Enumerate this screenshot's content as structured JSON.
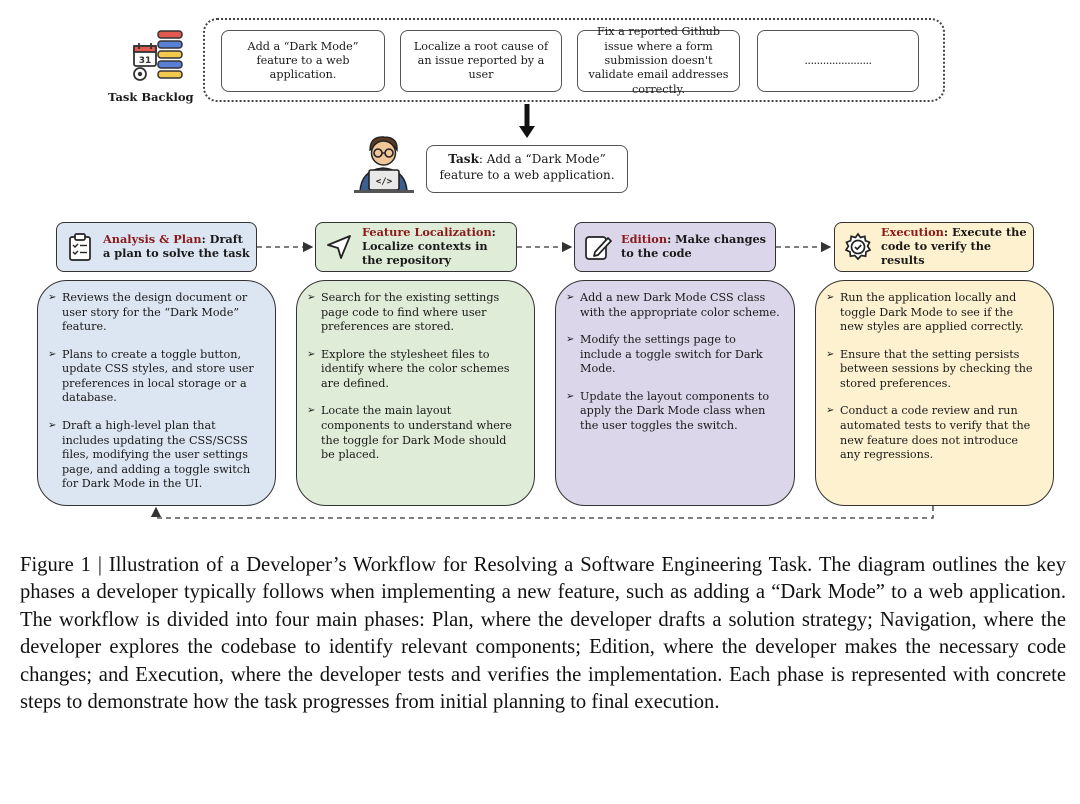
{
  "backlog": {
    "label": "Task Backlog",
    "tasks": [
      "Add a “Dark Mode” feature to a web application.",
      "Localize a root cause of an issue reported by a user",
      "Fix a reported Github issue where a form submission doesn't validate email addresses correctly.",
      "......................"
    ]
  },
  "task": {
    "prefix": "Task",
    "text": ": Add a “Dark Mode” feature to a web application."
  },
  "phases": [
    {
      "name": "Analysis & Plan",
      "title": ": Draft a plan to solve the task",
      "icon": "clipboard-icon",
      "color": "#dce6f3",
      "steps": [
        "Reviews the design document or user story for the “Dark Mode” feature.",
        "Plans to create a toggle button, update CSS styles, and store user preferences in local storage or a database.",
        "Draft a high-level plan that includes updating the CSS/SCSS files, modifying the user settings page, and adding a toggle switch for Dark Mode in the UI."
      ]
    },
    {
      "name": "Feature Localization",
      "title": ": Localize contexts in the repository",
      "icon": "navigation-arrow-icon",
      "color": "#dfecd7",
      "steps": [
        "Search for the existing settings page code to find where user preferences are stored.",
        "Explore the stylesheet files to identify where the color schemes are defined.",
        "Locate the main layout components to understand where the toggle for Dark Mode should be placed."
      ]
    },
    {
      "name": "Edition",
      "title": ": Make changes to the code",
      "icon": "pencil-icon",
      "color": "#dcd6ea",
      "steps": [
        "Add a new Dark Mode CSS class with the appropriate color scheme.",
        "Modify the settings page to include a toggle switch for Dark Mode.",
        "Update the layout components to apply the Dark Mode class when the user toggles the switch."
      ]
    },
    {
      "name": "Execution",
      "title": ": Execute the code to verify the results",
      "icon": "gear-check-icon",
      "color": "#fdf1cf",
      "steps": [
        "Run the application locally and toggle Dark Mode to see if the new styles are applied correctly.",
        "Ensure that the setting persists between sessions by checking the stored preferences.",
        "Conduct a code review and run automated tests to verify that the new feature does not introduce any regressions."
      ]
    }
  ],
  "caption": "Figure 1 | Illustration of a Developer’s Workflow for Resolving a Software Engineering Task. The diagram outlines the key phases a developer typically follows when implementing a new feature, such as adding a “Dark Mode” to a web application. The workflow is divided into four main phases: Plan, where the developer drafts a solution strategy; Navigation, where the developer explores the codebase to identify relevant components; Edition, where the developer makes the necessary code changes; and Execution, where the developer tests and verifies the implementation. Each phase is represented with concrete steps to demonstrate how the task progresses from initial planning to final execution."
}
